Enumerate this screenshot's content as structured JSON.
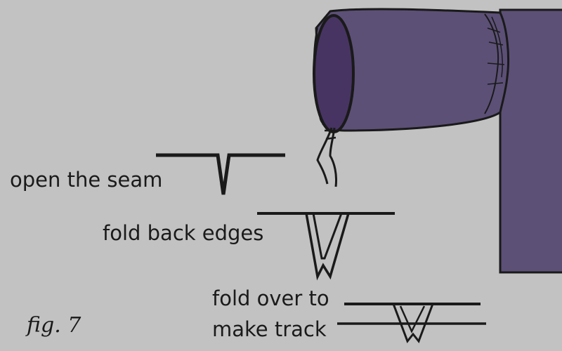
{
  "labels": {
    "open_seam": "open the seam",
    "fold_back": "fold back edges",
    "fold_over_1": "fold over to",
    "fold_over_2": "make track",
    "figure_number": "fig. 7"
  },
  "colors": {
    "background": "#c2c2c2",
    "fabric": "#5c5077",
    "fabric_inner": "#473463",
    "ink": "#1a1a1a"
  },
  "icons": {
    "pouch": "drawstring-pouch-illustration",
    "stage_1": "open-seam-profile",
    "stage_2": "folded-edges-profile",
    "stage_3": "drawstring-track-profile"
  }
}
